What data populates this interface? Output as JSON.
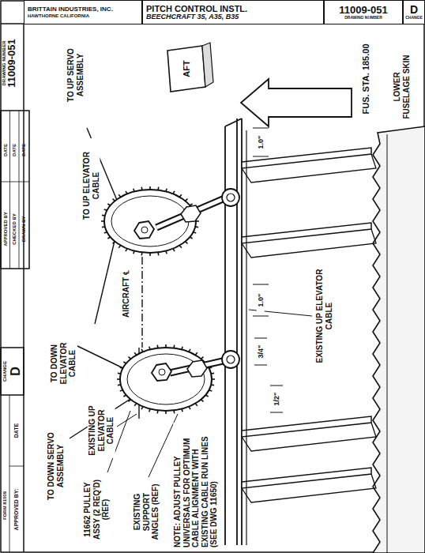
{
  "diagram": {
    "nodes": [
      {
        "text": [
          "BRITTAIN INDUSTRIES, INC.",
          "HAWTHORNE CALIFORNIA"
        ]
      },
      {
        "text": [
          "PITCH CONTROL INSTL.",
          "BEECHCRAFT 35, A35, B35"
        ]
      },
      {
        "text": [
          "11009-051",
          "DRAWING NUMBER"
        ]
      },
      {
        "text": [
          "D",
          "CHANGE"
        ]
      }
    ],
    "labels": [
      "11009-051",
      "DRAWING NUMBER",
      "APPROVED BY",
      "DATE",
      "CHECKED BY",
      "DATE",
      "DRAWN BY",
      "DATE",
      "D",
      "CHANGE",
      "APPROVED BY:",
      "DATE",
      "FORM 81009",
      "TO UP SERVO ASSEMBLY",
      "TO UP ELEVATOR CABLE",
      "AIRCRAFT ℄",
      "TO DOWN ELEVATOR CABLE",
      "EXISTING UP ELEVATOR CABLE",
      "TO DOWN SERVO ASSEMBLY",
      "11662 PULLEY ASSY (2 REQ'D) (REF)",
      "EXISTING SUPPORT ANGLES (REF)",
      "NOTE: ADJUST PULLEY UNIVERSALS FOR OPTIMUM CABLE ALIGNMENT WITH EXISTING CABLE RUN LINES (SEE DWG 11650)",
      "EXISTING UP ELEVATOR CABLE",
      "LOWER FUSELAGE SKIN",
      "FUS. STA. 185.00",
      "AFT",
      "1.0\"",
      "1.0\"",
      "3/4\"",
      "1/2\""
    ]
  }
}
